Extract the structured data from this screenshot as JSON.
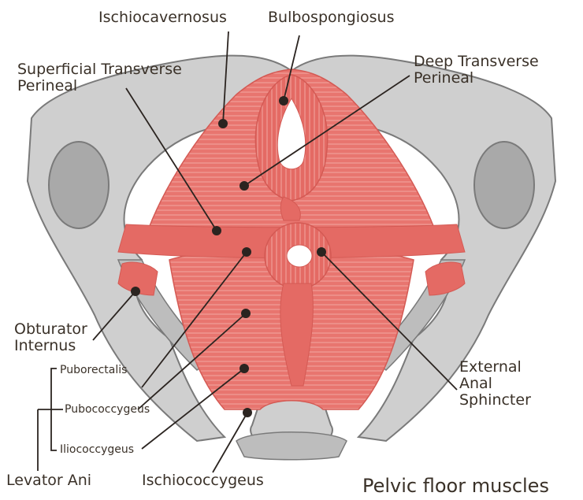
{
  "labels": {
    "ischiocavernosus": "Ischiocavernosus",
    "bulbospongiosus": "Bulbospongiosus",
    "superficial_transverse_perineal": "Superficial Transverse\nPerineal",
    "deep_transverse_perineal": "Deep Transverse\nPerineal",
    "obturator_internus": "Obturator\nInternus",
    "external_anal_sphincter": "External\nAnal\nSphincter",
    "puborectalis": "Puborectalis",
    "pubococcygeus": "Pubococcygeus",
    "iliococcygeus": "Iliococcygeus",
    "levator_ani": "Levator Ani",
    "ischiococcygeus": "Ischiococcygeus"
  },
  "title": "Pelvic floor muscles",
  "colors": {
    "bone": "#cfcfcf",
    "bone_shade": "#a9a9a9",
    "bone_outline": "#7a7a7a",
    "muscle": "#e8756f",
    "muscle_line": "#f4b3ad",
    "text": "#3a3128",
    "leader": "#2b2420"
  }
}
